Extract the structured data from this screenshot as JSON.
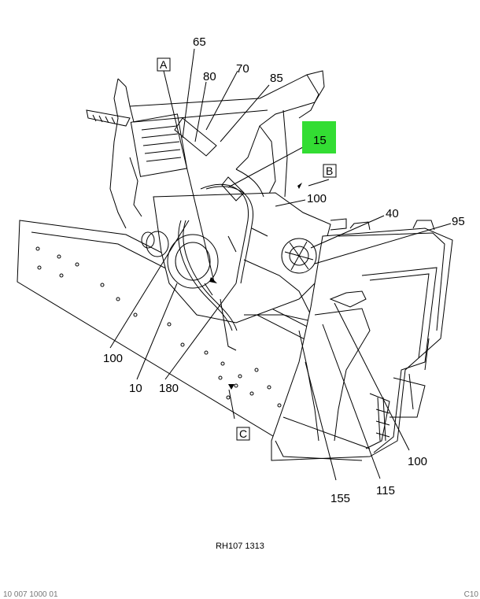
{
  "callouts": {
    "c65": "65",
    "c80": "80",
    "c70": "70",
    "c85": "85",
    "c15": "15",
    "c100_top": "100",
    "c40": "40",
    "c95": "95",
    "c100_left": "100",
    "c10": "10",
    "c180": "180",
    "c100_right": "100",
    "c155": "155",
    "c115": "115"
  },
  "view_labels": {
    "a": "A",
    "b": "B",
    "c": "C"
  },
  "caption": "RH107 1313",
  "footer": {
    "left": "10 007 1000 01",
    "right": "C10"
  },
  "colors": {
    "highlight": "#33dd33",
    "line": "#000000"
  }
}
